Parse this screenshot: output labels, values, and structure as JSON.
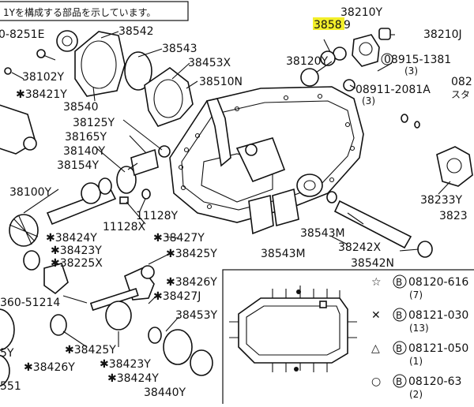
{
  "header": {
    "note_fragment": "1Yを構成する部品を示しています。"
  },
  "highlight_color": "#f3ef2a",
  "line_color": "#111111",
  "labels": {
    "l38210Y": "38210Y",
    "l3858": "3858",
    "l3858_suffix": "9",
    "l38210J": "38210J",
    "l0_8251E": "0-8251E",
    "l38542": "38542",
    "l38543": "38543",
    "l38453X": "38453X",
    "l38120Y": "38120Y",
    "l08915": "08915-1381",
    "l08915_qty": "(3)",
    "l38102Y": "38102Y",
    "l38510N": "38510N",
    "l08911": "08911-2081A",
    "l08911_qty": "(3)",
    "l082": "082",
    "l082_kana": "スタ",
    "l38421Y": "✱38421Y",
    "l38540": "38540",
    "l38125Y": "38125Y",
    "l38165Y": "38165Y",
    "l38140Y": "38140Y",
    "l38154Y": "38154Y",
    "l38100Y": "38100Y",
    "l11128Y": "11128Y",
    "l11128X": "11128X",
    "l38233Y": "38233Y",
    "l3823": "3823",
    "l38424Y_a": "✱38424Y",
    "l38427Y": "✱38427Y",
    "l38543M_a": "38543M",
    "l38242X": "38242X",
    "l38423Y_a": "✱38423Y",
    "l38225X": "✱38225X",
    "l38425Y_a": "✱38425Y",
    "l38543M_b": "38543M",
    "l38542N": "38542N",
    "l38426Y_a": "✱38426Y",
    "l360": "360-51214",
    "l38427J": "✱38427J",
    "l38453Y": "38453Y",
    "l5Y": "5Y",
    "l38425Y_b": "✱38425Y",
    "l38423Y_b": "✱38423Y",
    "l38426Y_b": "✱38426Y",
    "l38424Y_b": "✱38424Y",
    "l38440Y": "38440Y",
    "l551": "551"
  },
  "legend": {
    "items": [
      {
        "symbol": "☆",
        "code": "08120-616",
        "qty": "(7)"
      },
      {
        "symbol": "✕",
        "code": "08121-030",
        "qty": "(13)"
      },
      {
        "symbol": "△",
        "code": "08121-050",
        "qty": "(1)"
      },
      {
        "symbol": "○",
        "code": "08120-63",
        "qty": "(2)"
      }
    ],
    "circle_letter": "B"
  }
}
